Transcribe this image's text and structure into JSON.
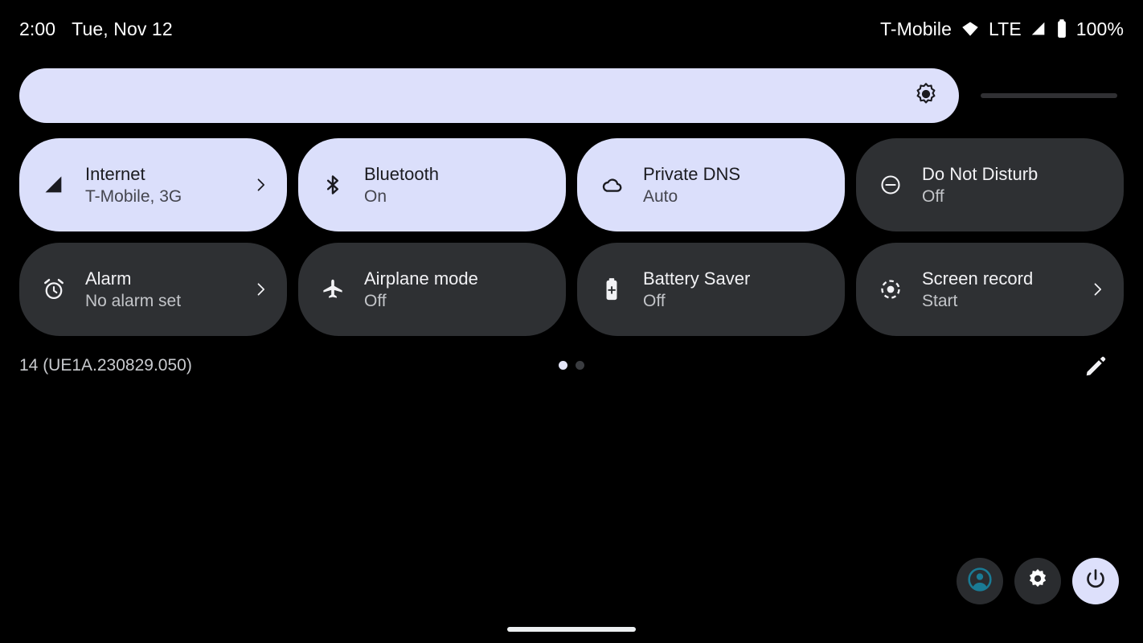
{
  "status_bar": {
    "time": "2:00",
    "date": "Tue, Nov 12",
    "carrier": "T-Mobile",
    "network_type": "LTE",
    "battery_percent": "100%",
    "icons": [
      "wifi-icon",
      "signal-icon",
      "battery-icon"
    ]
  },
  "brightness": {
    "label": "brightness-slider",
    "icon": "brightness-icon",
    "value_percent": 85
  },
  "tiles": [
    {
      "id": "internet",
      "title": "Internet",
      "subtitle": "T-Mobile, 3G",
      "icon": "signal-cellular-icon",
      "state": "active",
      "chevron": true
    },
    {
      "id": "bluetooth",
      "title": "Bluetooth",
      "subtitle": "On",
      "icon": "bluetooth-icon",
      "state": "active",
      "chevron": false
    },
    {
      "id": "private-dns",
      "title": "Private DNS",
      "subtitle": "Auto",
      "icon": "cloud-icon",
      "state": "active",
      "chevron": false
    },
    {
      "id": "do-not-disturb",
      "title": "Do Not Disturb",
      "subtitle": "Off",
      "icon": "do-not-disturb-icon",
      "state": "inactive",
      "chevron": false
    },
    {
      "id": "alarm",
      "title": "Alarm",
      "subtitle": "No alarm set",
      "icon": "alarm-clock-icon",
      "state": "inactive",
      "chevron": true
    },
    {
      "id": "airplane-mode",
      "title": "Airplane mode",
      "subtitle": "Off",
      "icon": "airplane-icon",
      "state": "inactive",
      "chevron": false
    },
    {
      "id": "battery-saver",
      "title": "Battery Saver",
      "subtitle": "Off",
      "icon": "battery-saver-icon",
      "state": "inactive",
      "chevron": false
    },
    {
      "id": "screen-record",
      "title": "Screen record",
      "subtitle": "Start",
      "icon": "record-icon",
      "state": "inactive",
      "chevron": true
    }
  ],
  "footer": {
    "build": "14 (UE1A.230829.050)",
    "pages": {
      "count": 2,
      "active_index": 0
    },
    "edit_icon": "pencil-icon"
  },
  "bottom_actions": [
    {
      "id": "user-switcher",
      "icon": "user-avatar-icon",
      "style": "dark"
    },
    {
      "id": "settings",
      "icon": "gear-icon",
      "style": "dark"
    },
    {
      "id": "power",
      "icon": "power-icon",
      "style": "light"
    }
  ],
  "colors": {
    "background": "#000000",
    "tile_active": "#dbdffb",
    "tile_inactive": "#2e3033",
    "accent_avatar": "#1a7b95",
    "text_primary": "#ffffff"
  },
  "navigation": {
    "home_indicator": "home-gesture-bar"
  }
}
